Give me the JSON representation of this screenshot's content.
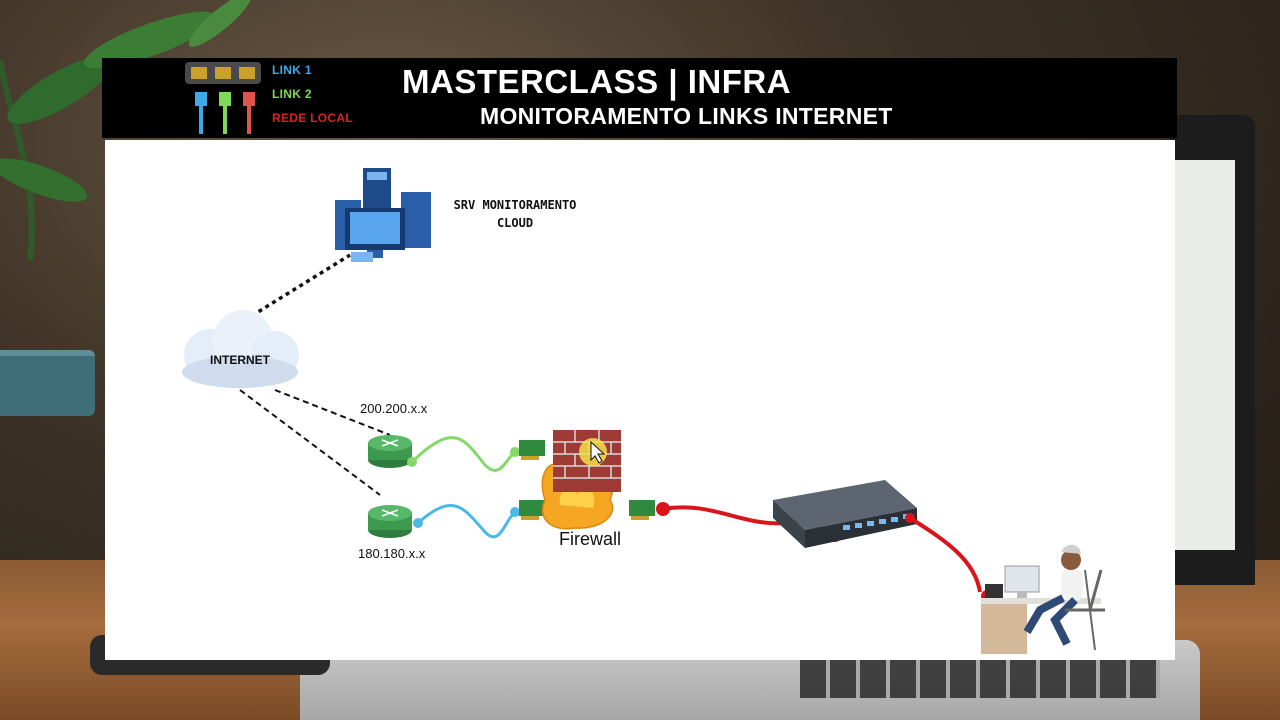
{
  "header": {
    "title": "MASTERCLASS | INFRA",
    "subtitle": "MONITORAMENTO LINKS INTERNET",
    "legend": [
      {
        "label": "LINK 1",
        "color": "#3fa9e6"
      },
      {
        "label": "LINK 2",
        "color": "#7ed957"
      },
      {
        "label": "REDE LOCAL",
        "color": "#e0201c"
      }
    ]
  },
  "diagram": {
    "server_label_line1": "SRV MONITORAMENTO",
    "server_label_line2": "CLOUD",
    "internet_label": "INTERNET",
    "ip_link2": "200.200.x.x",
    "ip_link1": "180.180.x.x",
    "firewall_label": "Firewall"
  },
  "colors": {
    "link1": "#4bb8e8",
    "link2": "#86d86a",
    "lan": "#d9141b"
  }
}
